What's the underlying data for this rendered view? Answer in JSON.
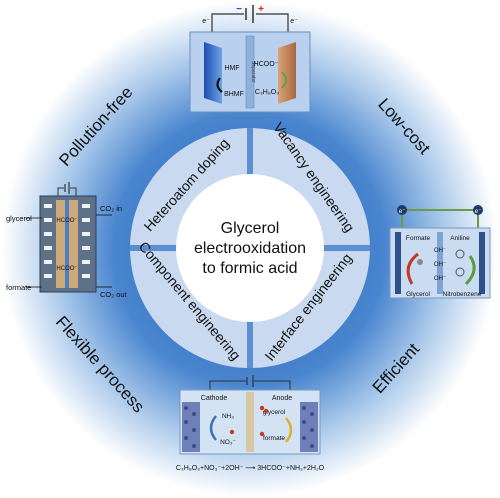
{
  "center": {
    "line1": "Glycerol",
    "line2": "electrooxidation",
    "line3": "to formic acid"
  },
  "ring_segments": [
    "Heteroatom doping",
    "Vacancy engineering",
    "Interface engineering",
    "Component engineering"
  ],
  "outer_labels": {
    "top_left": "Pollution-free",
    "top_right": "Low-cost",
    "bottom_right": "Efficient",
    "bottom_left": "Flexible process"
  },
  "panel_top": {
    "minus": "−",
    "plus": "+",
    "electron_left": "e⁻",
    "electron_right": "e⁻",
    "hmf": "HMF",
    "bhmf": "BHMF",
    "formate": "HCOO⁻",
    "glycerol": "C₃H₈O₃",
    "separator": "Separator"
  },
  "panel_left": {
    "glycerol_in": "glycerol",
    "formate_out": "formate",
    "co2_in": "CO₂ in",
    "co2_out": "CO₂ out",
    "hcoo_top": "HCOO⁻",
    "hcoo_bottom": "HCOO⁻"
  },
  "panel_right": {
    "electron_left": "e⁻",
    "electron_right": "e⁻",
    "formate": "Formate",
    "aniline": "Aniline",
    "oh1": "OH⁻",
    "oh2": "OH⁻",
    "oh3": "OH⁻",
    "glycerol": "Glycerol",
    "nitrobenzene": "Nitrobenzene"
  },
  "panel_bottom": {
    "cathode": "Cathode",
    "anode": "Anode",
    "nh3": "NH₃",
    "no3": "NO₃⁻",
    "glycerol": "glycerol",
    "formate": "formate",
    "equation": "C₃H₈O₃+NO₃⁻+2OH⁻ ⟶ 3HCOO⁻+NH₃+2H₂O"
  },
  "colors": {
    "halo_outer": "#ffffff",
    "halo_inner": "#2f6fc0",
    "ring_fill": "#c9daf0",
    "center_fill": "#ffffff",
    "panel_bg": "#cfe0f3",
    "label_text": "#111111",
    "minus": "#1a4fd6",
    "plus": "#e0261a"
  }
}
